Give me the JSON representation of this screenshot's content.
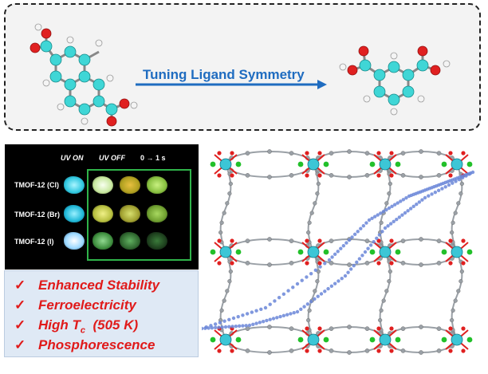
{
  "arrow": {
    "label": "Tuning Ligand Symmetry",
    "color": "#1f6cc0"
  },
  "luminescence": {
    "headers": {
      "uv_on": "UV ON",
      "uv_off": "UV OFF",
      "time": "0 → 1 s"
    },
    "rows": [
      "TMOF-12 (Cl)",
      "TMOF-12 (Br)",
      "TMOF-12 (I)"
    ],
    "frame_color": "#2fb34a"
  },
  "features": {
    "check": "✓",
    "items": [
      "Enhanced Stability",
      "Ferroelectricity",
      "High Tc (505 K)",
      "Phosphorescence"
    ],
    "high_tc": {
      "prefix": "High T",
      "sub": "c",
      "suffix": "  (505 K)"
    },
    "color": "#e01a1a"
  },
  "colors": {
    "carbon": "#3fd6d6",
    "oxygen": "#e02020",
    "hydrogen": "#f4f4f4",
    "metal": "#3cc6d6",
    "halide": "#22c02a",
    "chain": "#9aa0a6",
    "hysteresis": "#6a86d8"
  }
}
